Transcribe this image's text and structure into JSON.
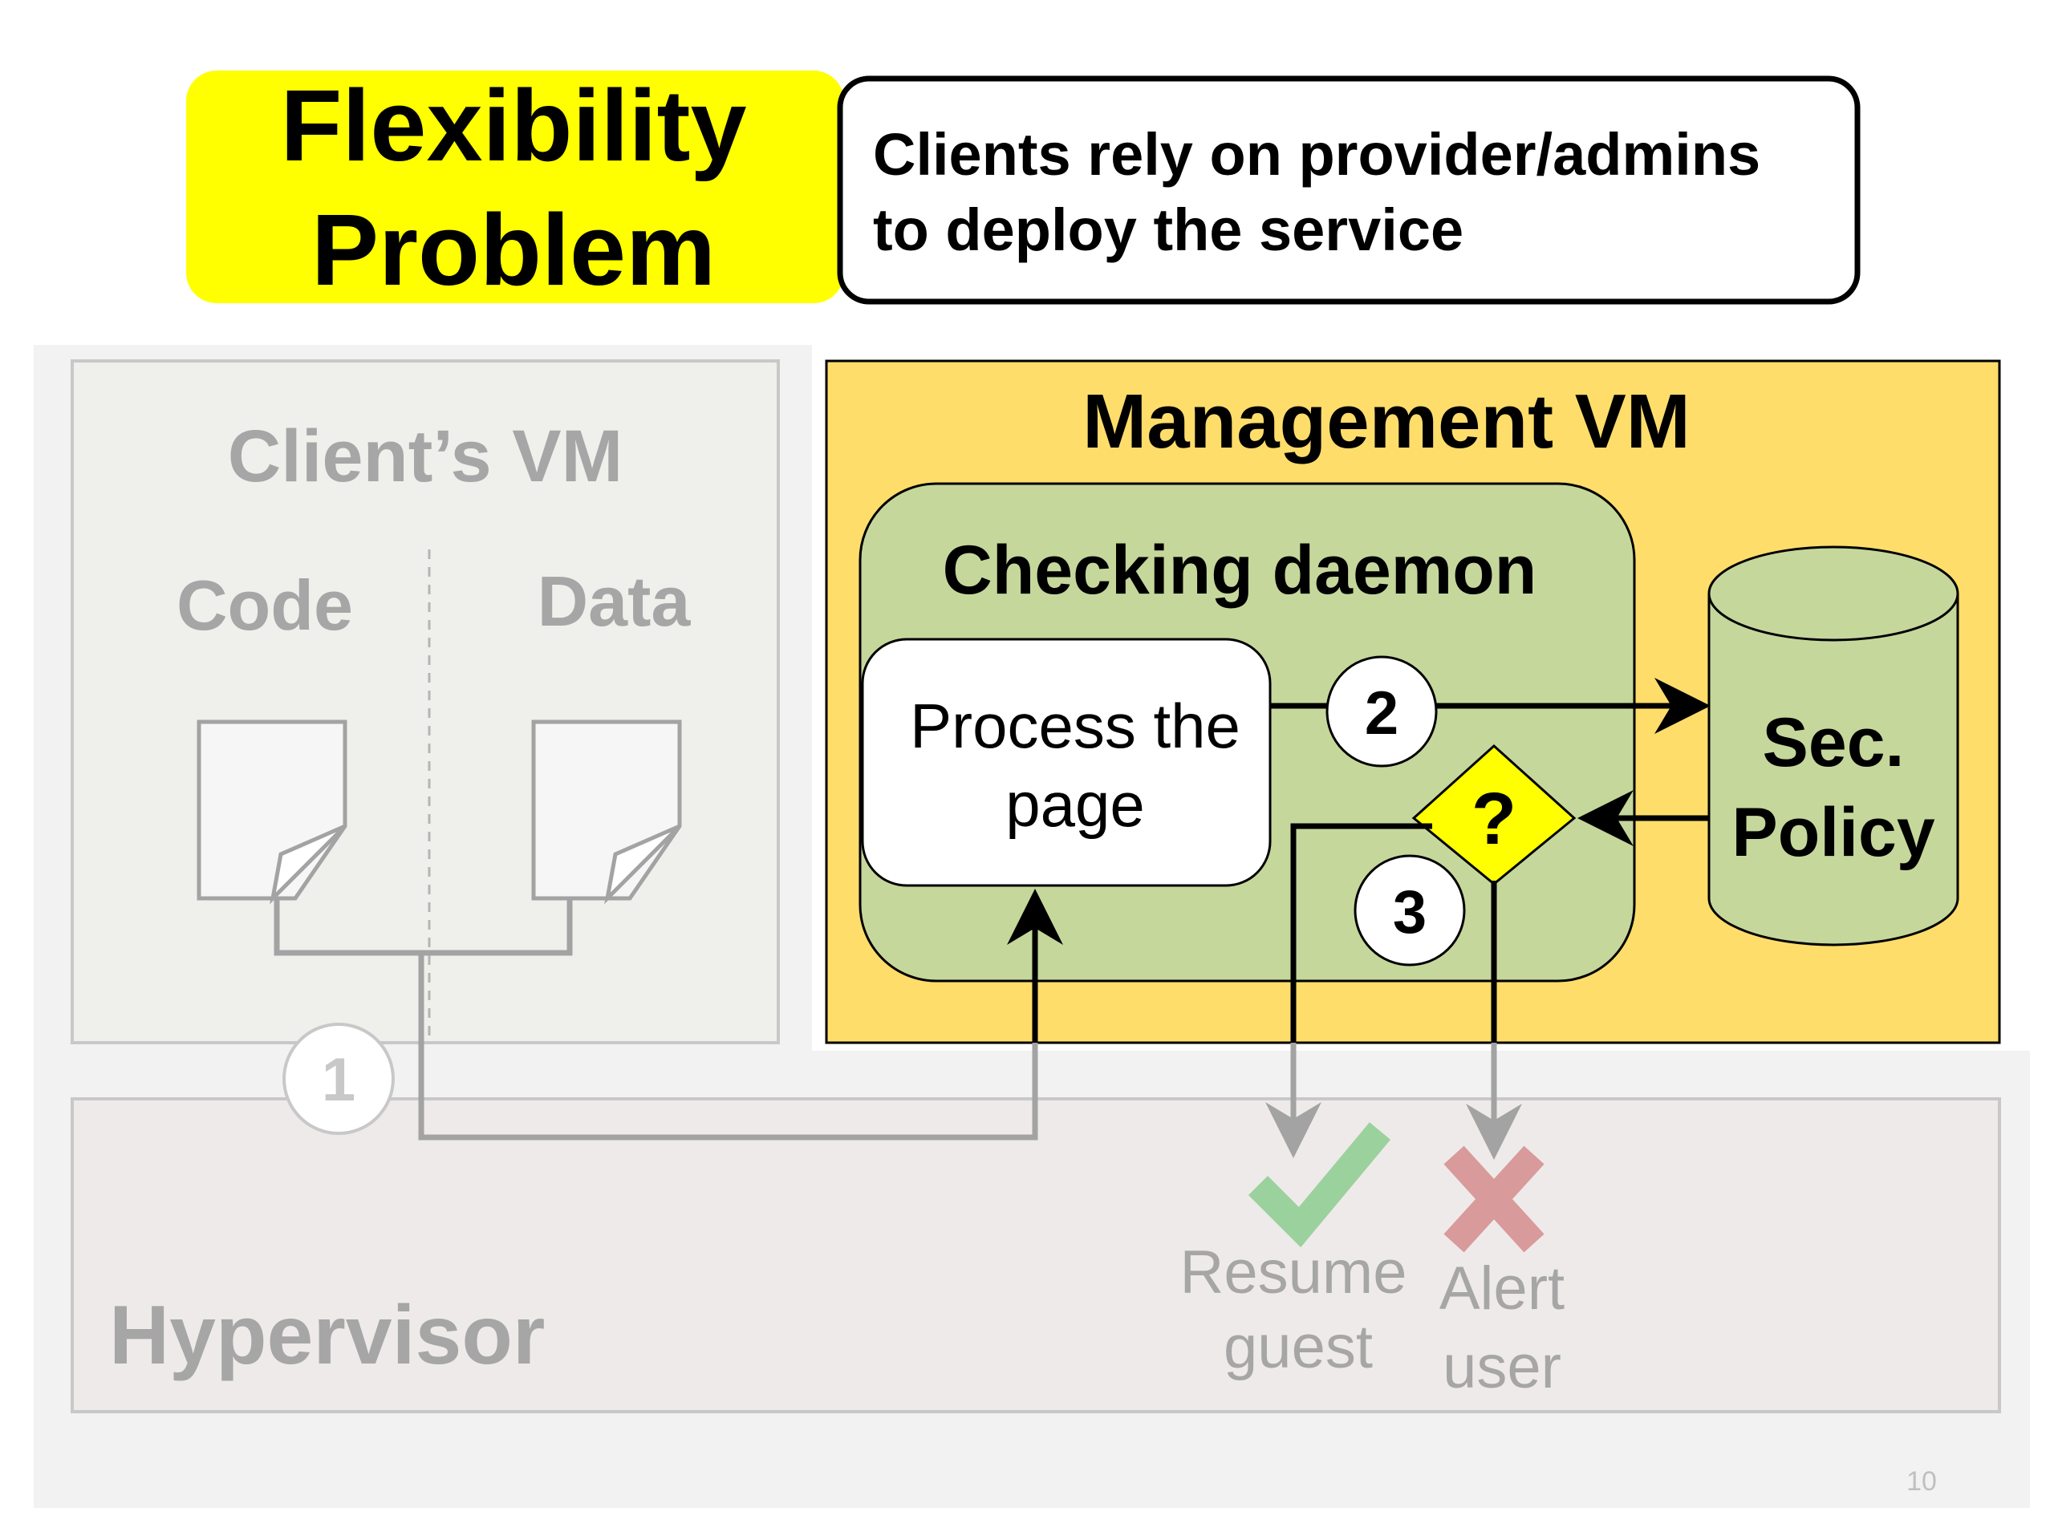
{
  "banner": {
    "title_line1": "Flexibility",
    "title_line2": "Problem",
    "note_line1": "Clients rely on provider/admins",
    "note_line2": "to deploy the service",
    "title_bg": "#ffff00"
  },
  "clients_vm": {
    "title": "Client’s VM",
    "code_label": "Code",
    "data_label": "Data"
  },
  "management_vm": {
    "title": "Management VM",
    "bg": "#fedd6b",
    "daemon": {
      "title": "Checking daemon",
      "bg": "#c6d79c",
      "process_line1": "Process the",
      "process_line2": "page"
    },
    "policy_line1": "Sec.",
    "policy_line2": "Policy",
    "decision_symbol": "?",
    "decision_color": "#ffff00"
  },
  "steps": {
    "step1": "1",
    "step2": "2",
    "step3": "3"
  },
  "hypervisor": {
    "title": "Hypervisor",
    "resume_line1": "Resume",
    "resume_line2": "guest",
    "alert_line1": "Alert",
    "alert_line2": "user",
    "check_icon_color": "#9bd19d",
    "cross_icon_color": "#d89a9a"
  },
  "slide_number": "10"
}
